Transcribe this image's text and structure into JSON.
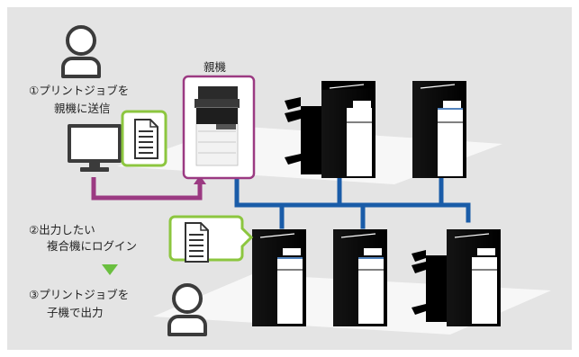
{
  "labels": {
    "parent_machine": "親機",
    "step1_line1": "①プリントジョブを",
    "step1_line2": "親機に送信",
    "step2_line1": "②出力したい",
    "step2_line2": "複合機にログイン",
    "step3_line1": "③プリントジョブを",
    "step3_line2": "子機で出力"
  },
  "colors": {
    "background": "#e4e4e4",
    "floor": "#f7f7f7",
    "network_blue": "#1a5ca8",
    "send_purple": "#9b3a82",
    "document_green": "#8cc63f",
    "arrow_green": "#6abf3f",
    "person_gray": "#ffffff"
  }
}
